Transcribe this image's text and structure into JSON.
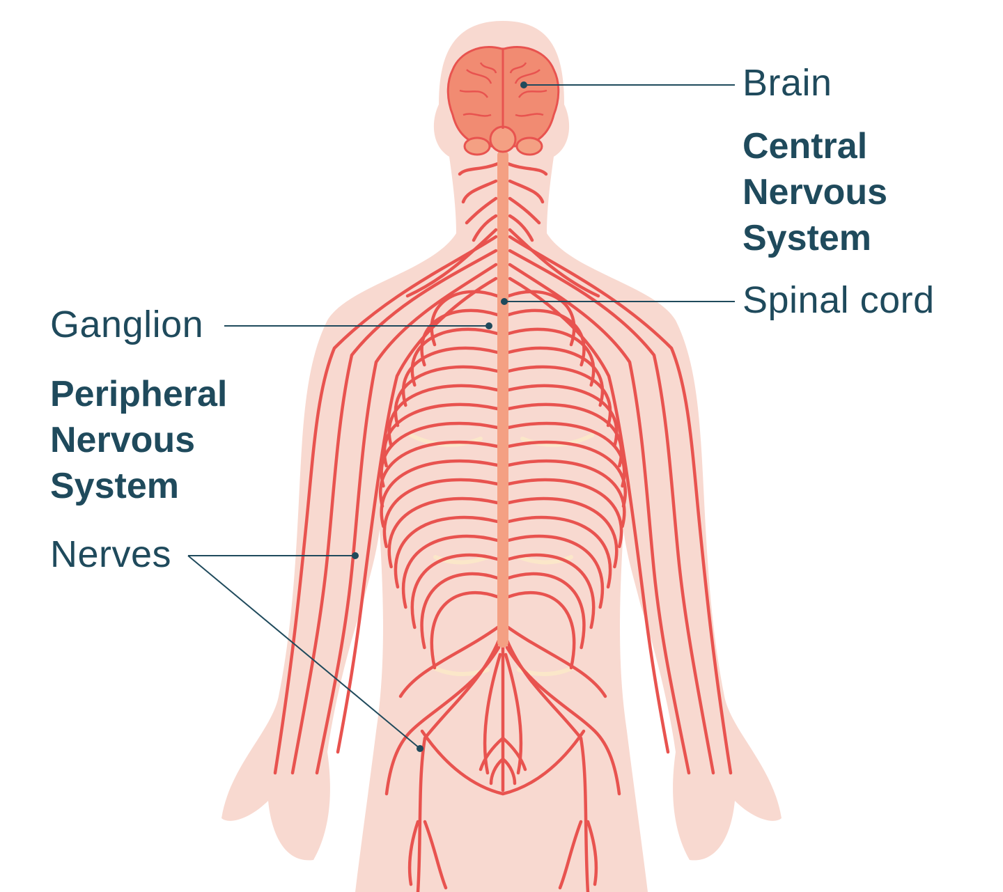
{
  "labels": {
    "brain": "Brain",
    "central": [
      "Central",
      "Nervous",
      "System"
    ],
    "spinal_cord": "Spinal cord",
    "ganglion": "Ganglion",
    "peripheral": [
      "Peripheral",
      "Nervous",
      "System"
    ],
    "nerves": "Nerves"
  },
  "colors": {
    "body": "#f8d9d0",
    "nerve": "#e8534f",
    "brain": "#f18b72",
    "spinal_cord": "#f4a083",
    "text": "#1f4a5c",
    "leader": "#1f4a5c"
  }
}
